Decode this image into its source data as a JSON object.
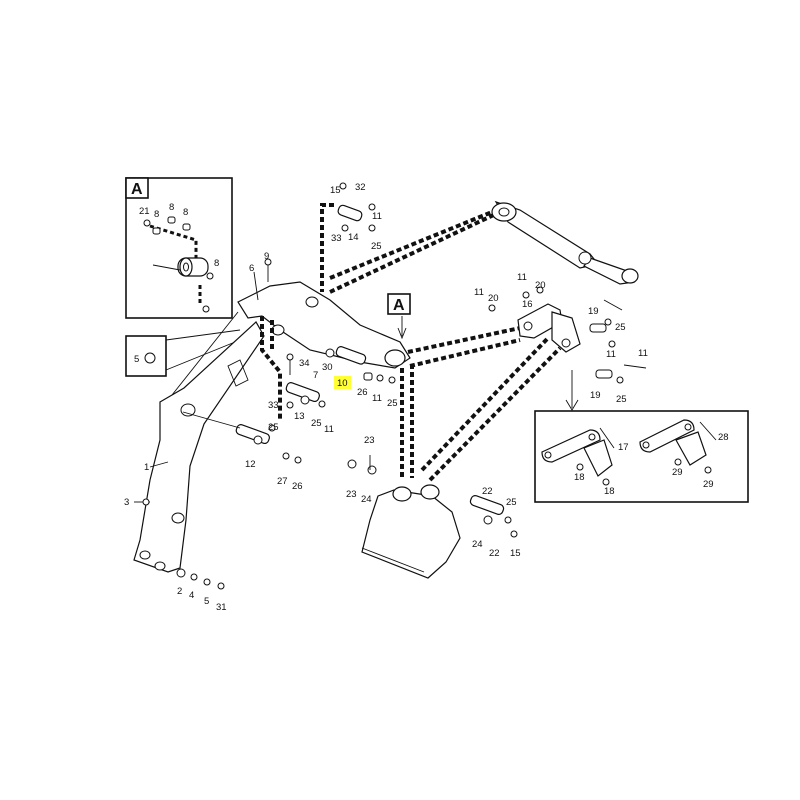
{
  "callouts": [
    {
      "id": "c21a",
      "text": "21"
    },
    {
      "id": "c8a",
      "text": "8"
    },
    {
      "id": "c8b",
      "text": "8"
    },
    {
      "id": "c8c",
      "text": "8"
    },
    {
      "id": "c8d",
      "text": "8"
    },
    {
      "id": "c32",
      "text": "32"
    },
    {
      "id": "c15a",
      "text": "15"
    },
    {
      "id": "c11a",
      "text": "11"
    },
    {
      "id": "c33a",
      "text": "33"
    },
    {
      "id": "c14",
      "text": "14"
    },
    {
      "id": "c25a",
      "text": "25"
    },
    {
      "id": "c9",
      "text": "9"
    },
    {
      "id": "c6",
      "text": "6"
    },
    {
      "id": "c11b",
      "text": "11"
    },
    {
      "id": "c20a",
      "text": "20"
    },
    {
      "id": "c11c",
      "text": "11"
    },
    {
      "id": "c20b",
      "text": "20"
    },
    {
      "id": "c16",
      "text": "16"
    },
    {
      "id": "c19a",
      "text": "19"
    },
    {
      "id": "c25b",
      "text": "25"
    },
    {
      "id": "c11d",
      "text": "11"
    },
    {
      "id": "c11e",
      "text": "11"
    },
    {
      "id": "c19b",
      "text": "19"
    },
    {
      "id": "c25c",
      "text": "25"
    },
    {
      "id": "c5a",
      "text": "5"
    },
    {
      "id": "c34",
      "text": "34"
    },
    {
      "id": "c7",
      "text": "7"
    },
    {
      "id": "c30",
      "text": "30"
    },
    {
      "id": "c10",
      "text": "10"
    },
    {
      "id": "c26a",
      "text": "26"
    },
    {
      "id": "c11f",
      "text": "11"
    },
    {
      "id": "c25d",
      "text": "25"
    },
    {
      "id": "c33b",
      "text": "33"
    },
    {
      "id": "c13",
      "text": "13"
    },
    {
      "id": "c25e",
      "text": "25"
    },
    {
      "id": "c11g",
      "text": "11"
    },
    {
      "id": "c1",
      "text": "1"
    },
    {
      "id": "c3",
      "text": "3"
    },
    {
      "id": "c12",
      "text": "12"
    },
    {
      "id": "c25f",
      "text": "25"
    },
    {
      "id": "c27",
      "text": "27"
    },
    {
      "id": "c26b",
      "text": "26"
    },
    {
      "id": "c23a",
      "text": "23"
    },
    {
      "id": "c23b",
      "text": "23"
    },
    {
      "id": "c24a",
      "text": "24"
    },
    {
      "id": "c22",
      "text": "22"
    },
    {
      "id": "c25g",
      "text": "25"
    },
    {
      "id": "c24b",
      "text": "24"
    },
    {
      "id": "c15b",
      "text": "15"
    },
    {
      "id": "c2",
      "text": "2"
    },
    {
      "id": "c4",
      "text": "4"
    },
    {
      "id": "c5b",
      "text": "5"
    },
    {
      "id": "c31",
      "text": "31"
    },
    {
      "id": "c17",
      "text": "17"
    },
    {
      "id": "c18a",
      "text": "18"
    },
    {
      "id": "c18b",
      "text": "18"
    },
    {
      "id": "c28",
      "text": "28"
    },
    {
      "id": "c29a",
      "text": "29"
    },
    {
      "id": "c29b",
      "text": "29"
    }
  ],
  "detail_labels": {
    "inset_a": "A",
    "boom_a": "A"
  },
  "highlight": {
    "part": "10",
    "color": "#ffff33"
  },
  "colors": {
    "ink": "#111111",
    "background": "#ffffff"
  }
}
